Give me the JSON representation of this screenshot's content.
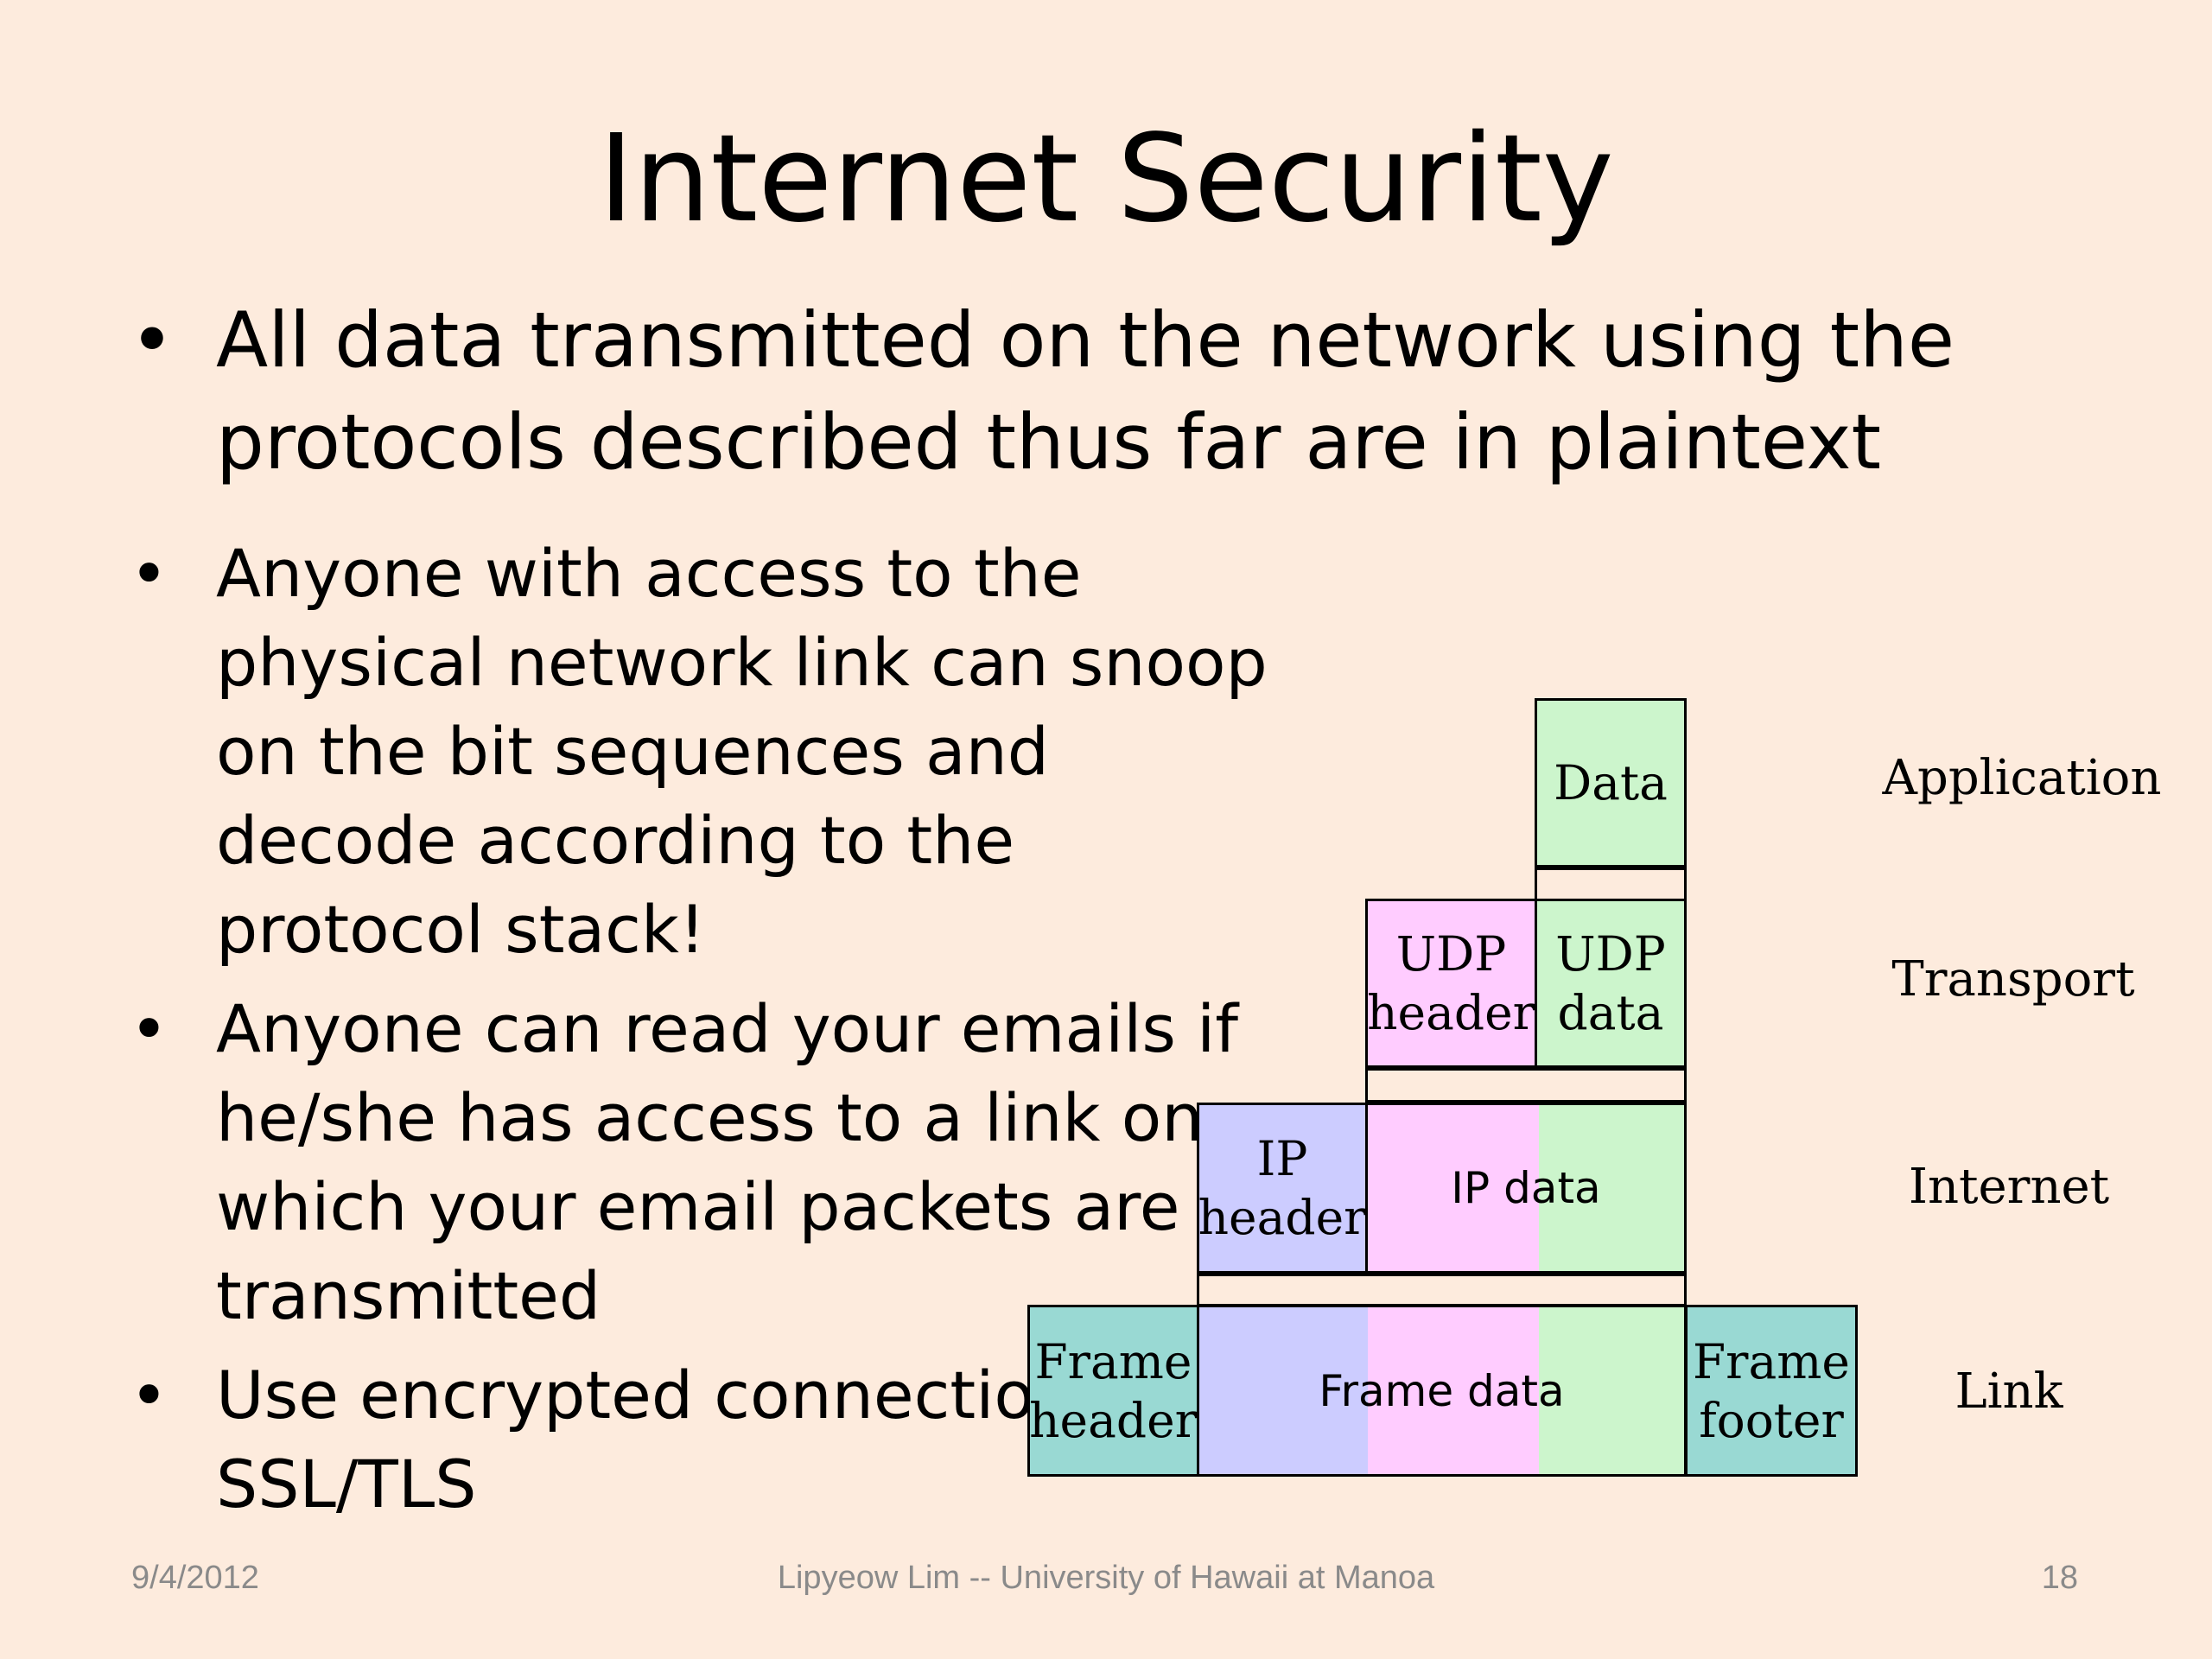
{
  "title": "Internet Security",
  "bullets_top": [
    "All data transmitted on the network using the protocols described thus far are in plaintext"
  ],
  "bullets_main": [
    "Anyone with access to the physical network link can snoop on the bit sequences and decode according to the protocol stack!",
    "Anyone can read your emails if he/she has access to a link on which your email packets are transmitted",
    "Use encrypted connections eg. SSL/TLS"
  ],
  "bullet_symbol": "•",
  "diagram": {
    "application": {
      "data": "Data"
    },
    "transport": {
      "udp_header": "UDP\nheader",
      "udp_data": "UDP\ndata"
    },
    "internet": {
      "ip_header": "IP\nheader",
      "ip_data": "IP data"
    },
    "link": {
      "frame_header": "Frame\nheader",
      "frame_data": "Frame data",
      "frame_footer": "Frame\nfooter"
    },
    "layers": [
      "Application",
      "Transport",
      "Internet",
      "Link"
    ],
    "colors": {
      "application": "#ccf5cc",
      "transport": "#ffccff",
      "internet": "#ccccff",
      "link": "#99d9d3"
    }
  },
  "footer": {
    "date": "9/4/2012",
    "author": "Lipyeow Lim -- University of Hawaii at Manoa",
    "page": "18"
  }
}
